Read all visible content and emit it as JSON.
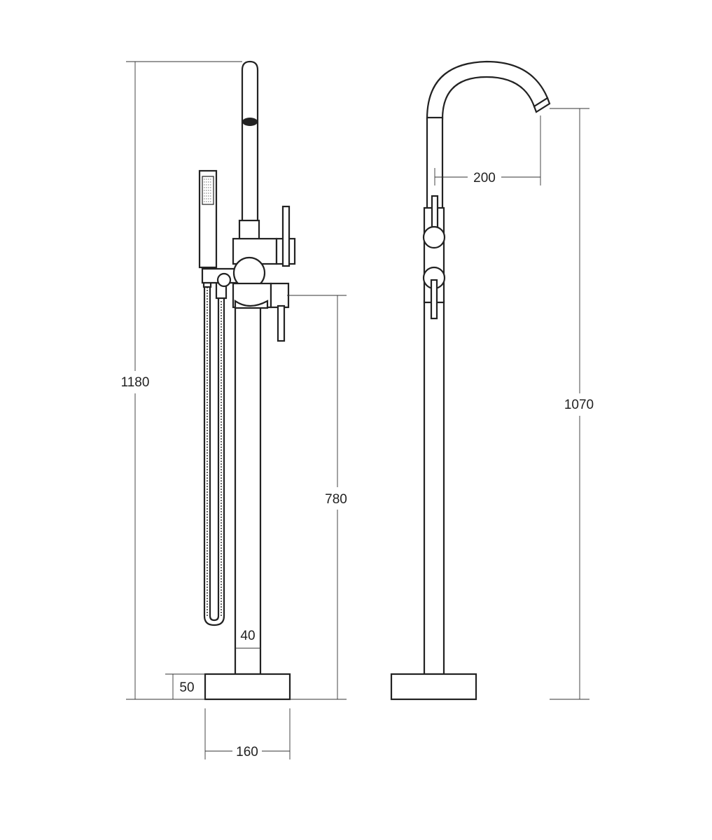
{
  "dimensions": {
    "total_height": "1180",
    "pillar_height": "780",
    "pillar_width": "40",
    "base_height": "50",
    "base_width": "160",
    "spout_reach": "200",
    "spout_height": "1070"
  },
  "colors": {
    "line": "#222222",
    "background": "#ffffff"
  }
}
